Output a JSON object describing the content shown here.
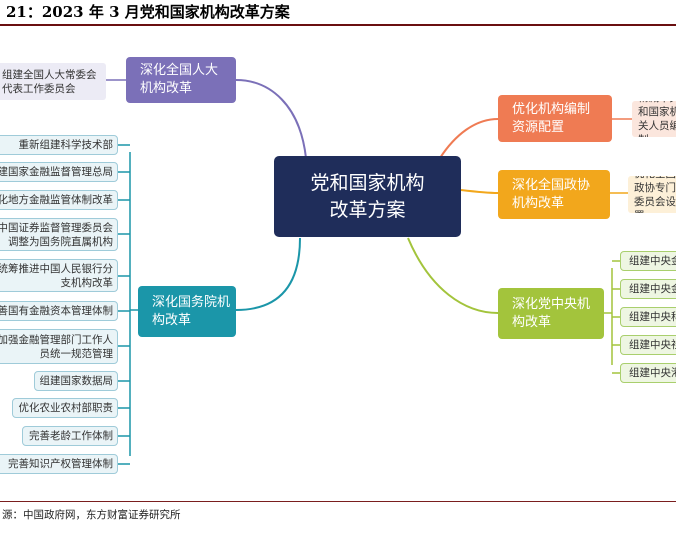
{
  "title": "21：2023 年 3 月党和国家机构改革方案",
  "source": "源：中国政府网，东方财富证券研究所",
  "center": {
    "label": "党和国家机构改革方案"
  },
  "npc": {
    "label": "深化全国人大机构改革",
    "color": "#7b70b8",
    "children": [
      "组建全国人大常委会代表工作委员会"
    ]
  },
  "state_council": {
    "label": "深化国务院机构改革",
    "color": "#1b96a9",
    "children": [
      "重新组建科学技术部",
      "组建国家金融监督管理总局",
      "深化地方金融监管体制改革",
      "中国证券监督管理委员会调整为国务院直属机构",
      "统筹推进中国人民银行分支机构改革",
      "完善国有金融资本管理体制",
      "加强金融管理部门工作人员统一规范管理",
      "组建国家数据局",
      "优化农业农村部职责",
      "完善老龄工作体制",
      "完善知识产权管理体制"
    ]
  },
  "staffing": {
    "label": "优化机构编制资源配置",
    "color": "#ef7b53",
    "children": [
      "精减中央和国家机关人员编制"
    ]
  },
  "cppcc": {
    "label": "深化全国政协机构改革",
    "color": "#f2a71c",
    "children": [
      "优化全国政协专门委员会设置"
    ]
  },
  "party": {
    "label": "深化党中央机构改革",
    "color": "#a3c43c",
    "children": [
      "组建中央金融委员会",
      "组建中央金融工作委员会",
      "组建中央科技委员会",
      "组建中央社会工作部",
      "组建中央港澳工作办公室"
    ]
  }
}
